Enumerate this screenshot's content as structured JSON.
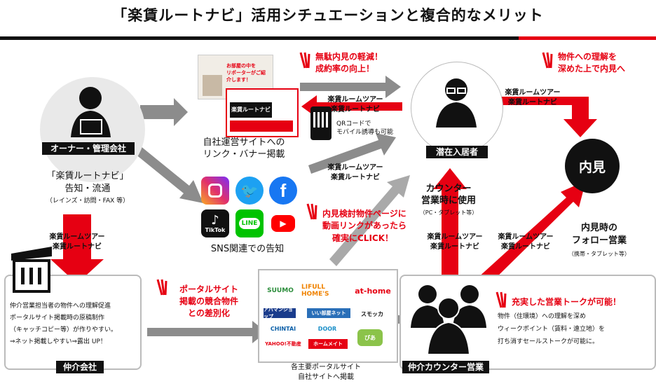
{
  "title": "「楽賃ルートナビ」活用シチュエーションと複合的なメリット",
  "owner": {
    "label": "オーナー・管理会社",
    "notify_title": "「楽賃ルートナビ」",
    "notify_sub": "告知・流通",
    "notify_note": "（レインズ・訪問・FAX 等）"
  },
  "tools_label_1": "楽賃ルームツアー",
  "tools_label_2": "楽賃ルートナビ",
  "site": {
    "caption_1": "自社運営サイトへの",
    "caption_2": "リンク・バナー掲載",
    "thumb_1_text": "お部屋の中を\nリポーターがご紹介します！",
    "thumb_2_text": "楽賃ルートナビ"
  },
  "sns": {
    "caption": "SNS関連での告知",
    "icons": [
      "Instagram",
      "Twitter",
      "Facebook",
      "TikTok",
      "LINE",
      "YouTube"
    ]
  },
  "qr": {
    "line1": "QRコードで",
    "line2": "モバイル誘導も可能"
  },
  "callouts": {
    "muda": [
      "無駄内見の軽減！",
      "成約率の向上！"
    ],
    "rikai": [
      "物件への理解を",
      "深めた上で内見へ"
    ],
    "page": [
      "内見検討物件ページに",
      "動画リンクがあったら",
      "確実にCLICK！"
    ],
    "portal": [
      "ポータルサイト",
      "掲載の競合物件",
      "との差別化"
    ],
    "talk": [
      "充実した営業トークが可能！"
    ]
  },
  "resident": {
    "label": "潜在入居者"
  },
  "counter": {
    "title": "カウンター",
    "sub": "営業時に使用",
    "note": "（PC・タブレット等）"
  },
  "naiken": {
    "label": "内見"
  },
  "followup": {
    "line1": "内見時の",
    "line2": "フォロー営業",
    "note": "（携帯・タブレット等）"
  },
  "broker": {
    "label": "仲介会社",
    "lines": [
      "仲介営業担当者の物件への理解促進",
      "ポータルサイト掲載時の原稿制作",
      "（キャッチコピー等）が作りやすい。",
      "⇒ネット掲載しやすい⇒露出 UP！"
    ]
  },
  "portal": {
    "logos": [
      "SUUMO",
      "LIFULL HOME'S",
      "at-home",
      "アパマンショップ",
      "いい部屋ネット",
      "スモッカ",
      "CHINTAI",
      "DOOR",
      "ホームメイト",
      "YAHOO!不動産",
      "ぴあ"
    ],
    "caption_1": "各主要ポータルサイト",
    "caption_2": "自社サイトへ掲載"
  },
  "counter_sales": {
    "label": "仲介カウンター営業",
    "lines": [
      "物件（住環境）への理解を深め",
      "ウィークポイント（賃料・遠立地）を",
      "打ち消すセールストークが可能に。"
    ]
  },
  "colors": {
    "red": "#e60012",
    "gray": "#8c8c8c",
    "black": "#111111"
  }
}
